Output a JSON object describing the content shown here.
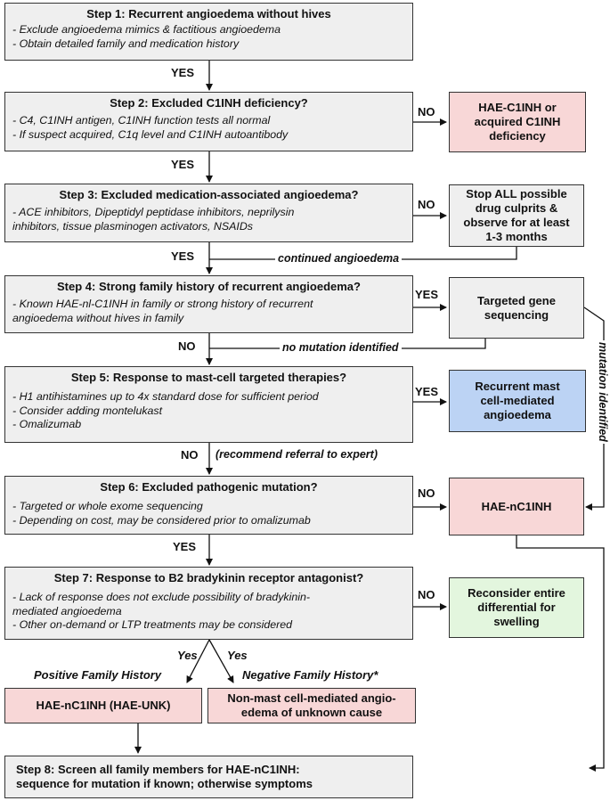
{
  "steps": [
    {
      "title": "Step 1: Recurrent angioedema without hives",
      "lines": [
        "- Exclude angioedema mimics & factitious angioedema",
        "- Obtain detailed family and medication history"
      ]
    },
    {
      "title": "Step 2: Excluded C1INH deficiency?",
      "lines": [
        "- C4, C1INH antigen, C1INH function tests all normal",
        "- If suspect acquired, C1q level and C1INH autoantibody"
      ]
    },
    {
      "title": "Step 3: Excluded medication-associated angioedema?",
      "lines": [
        "- ACE inhibitors, Dipeptidyl peptidase inhibitors, neprilysin",
        "inhibitors, tissue plasminogen activators, NSAIDs"
      ]
    },
    {
      "title": "Step 4: Strong family history of recurrent angioedema?",
      "lines": [
        "- Known HAE-nl-C1INH in family or strong history of recurrent",
        "angioedema without hives in family"
      ]
    },
    {
      "title": "Step 5: Response to mast-cell targeted therapies?",
      "lines": [
        "- H1 antihistamines up to 4x standard dose for sufficient period",
        "- Consider adding montelukast",
        "- Omalizumab"
      ]
    },
    {
      "title": "Step 6: Excluded pathogenic mutation?",
      "lines": [
        "- Targeted or whole exome sequencing",
        "- Depending on cost, may be considered prior to omalizumab"
      ]
    },
    {
      "title": "Step 7: Response to B2 bradykinin receptor antagonist?",
      "lines": [
        "- Lack of response does not exclude possibility of bradykinin-",
        "mediated angioedema",
        "- Other on-demand or LTP treatments may be considered"
      ]
    }
  ],
  "step8": {
    "lines": [
      "Step 8: Screen all family members for HAE-nC1INH:",
      "sequence for mutation if known; otherwise symptoms"
    ]
  },
  "outcomes": {
    "c1inh_deficiency": [
      "HAE-C1INH or",
      "acquired C1INH",
      "deficiency"
    ],
    "stop_drugs": [
      "Stop ALL possible",
      "drug culprits &",
      "observe for at least",
      "1-3 months"
    ],
    "gene_sequencing": [
      "Targeted gene",
      "sequencing"
    ],
    "mast_cell": [
      "Recurrent mast",
      "cell-mediated",
      "angioedema"
    ],
    "hae_nc1inh": [
      "HAE-nC1INH"
    ],
    "reconsider": [
      "Reconsider entire",
      "differential for",
      "swelling"
    ],
    "hae_unk": [
      "HAE-nC1INH (HAE-UNK)"
    ],
    "non_mast": [
      "Non-mast cell-mediated angio-",
      "edema of unknown cause"
    ]
  },
  "labels": {
    "yes": "YES",
    "no": "NO",
    "yes_lower": "Yes",
    "continued_angioedema": "continued angioedema",
    "no_mutation": "no mutation identified",
    "mutation_identified": "mutation identified",
    "referral": "(recommend referral to expert)",
    "positive_family": "Positive Family History",
    "negative_family": "Negative Family History*"
  },
  "colors": {
    "step_fill": "#efefef",
    "pink": "#f8d7d7",
    "blue": "#bcd3f4",
    "green": "#e3f6de",
    "border": "#333333"
  }
}
